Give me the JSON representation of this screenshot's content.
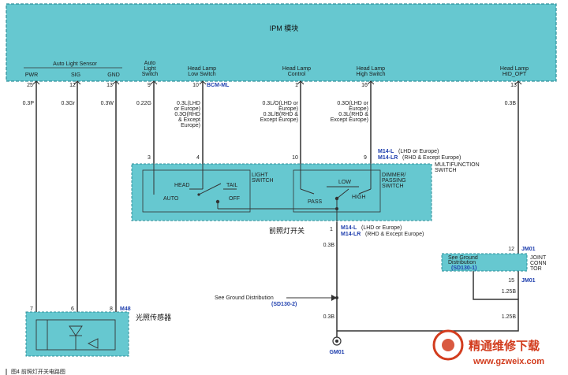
{
  "colors": {
    "module_fill": "#66c8d0",
    "module_border": "#2f8f9a",
    "wire": "#333333",
    "link": "#1f3fae",
    "watermark": "#d23c1e"
  },
  "module": {
    "title": "IPM 模块"
  },
  "pin_labels": {
    "sensor": "Auto Light Sensor",
    "pwr": "PWR",
    "sig": "SIG",
    "gnd": "GND",
    "auto_sw_1": "Auto",
    "auto_sw_2": "Light",
    "auto_sw_3": "Switch",
    "low_1": "Head Lamp",
    "low_2": "Low Switch",
    "ctrl_1": "Head Lamp",
    "ctrl_2": "Control",
    "high_1": "Head Lamp",
    "high_2": "High Switch",
    "hid_1": "Head Lamp",
    "hid_2": "HID_OPT"
  },
  "pins": {
    "p25": "25",
    "p12": "12",
    "p13a": "13",
    "p9": "9",
    "p10": "10",
    "p1": "1",
    "p16": "16",
    "p13b": "13"
  },
  "bcm": "BCM-ML",
  "wires": {
    "w1": "0.3P",
    "w2": "0.3Gr",
    "w3": "0.3W",
    "w4": "0.22G",
    "w5_1": "0.3L(LHD",
    "w5_2": "or Europe)",
    "w5_3": "0.3O(RHD",
    "w5_4": "& Except",
    "w5_5": "Europe)",
    "w6_1": "0.3L/O(LHD or",
    "w6_2": "Europe)",
    "w6_3": "0.3L/B(RHD &",
    "w6_4": "Except Europe)",
    "w7_1": "0.3O(LHD or",
    "w7_2": "Europe)",
    "w7_3": "0.3L(RHD &",
    "w7_4": "Except Europe)",
    "w8": "0.3B",
    "g1": "0.3B",
    "g2": "0.3B",
    "j1": "1.25B",
    "j2": "1.25B"
  },
  "switch_pins": {
    "s3": "3",
    "s4": "4",
    "s10": "10",
    "s9": "9",
    "s1": "1"
  },
  "m14_top": {
    "a": "M14-L",
    "a_note": "(LHD or Europe)",
    "b": "M14-LR",
    "b_note": "(RHD & Except Europe)"
  },
  "m14_bottom": {
    "a": "M14-L",
    "a_note": "(LHD or Europe)",
    "b": "M14-LR",
    "b_note": "(RHD & Except Europe)"
  },
  "multifunction": {
    "line1": "MULTIFUNCTION",
    "line2": "SWITCH"
  },
  "light_switch": {
    "label1": "LIGHT",
    "label2": "SWITCH",
    "head": "HEAD",
    "tail": "TAIL",
    "auto": "AUTO",
    "off": "OFF"
  },
  "dimmer": {
    "label1": "DIMMER/",
    "label2": "PASSING",
    "label3": "SWITCH",
    "low": "LOW",
    "pass": "PASS",
    "high": "HIGH"
  },
  "headlamp_switch_cn": "前照灯开关",
  "ground_dist": {
    "text": "See Ground Distribution",
    "ref": "(SD130-2)"
  },
  "gm01": "GM01",
  "joint": {
    "line1": "See Ground",
    "line2": "Distribution",
    "ref": "(SD130-1)",
    "title1": "JOINT",
    "title2": "CONN",
    "title3": "TOR",
    "pin12": "12",
    "pin15": "15",
    "jm01_a": "JM01",
    "jm01_b": "JM01"
  },
  "sensor": {
    "pin7": "7",
    "pin6": "6",
    "pin8": "8",
    "conn": "M48",
    "name_cn": "光照传感器"
  },
  "caption": "图4  前照灯开关电路图",
  "watermark": {
    "cn": "精通维修下载",
    "url": "www.gzweix.com"
  }
}
